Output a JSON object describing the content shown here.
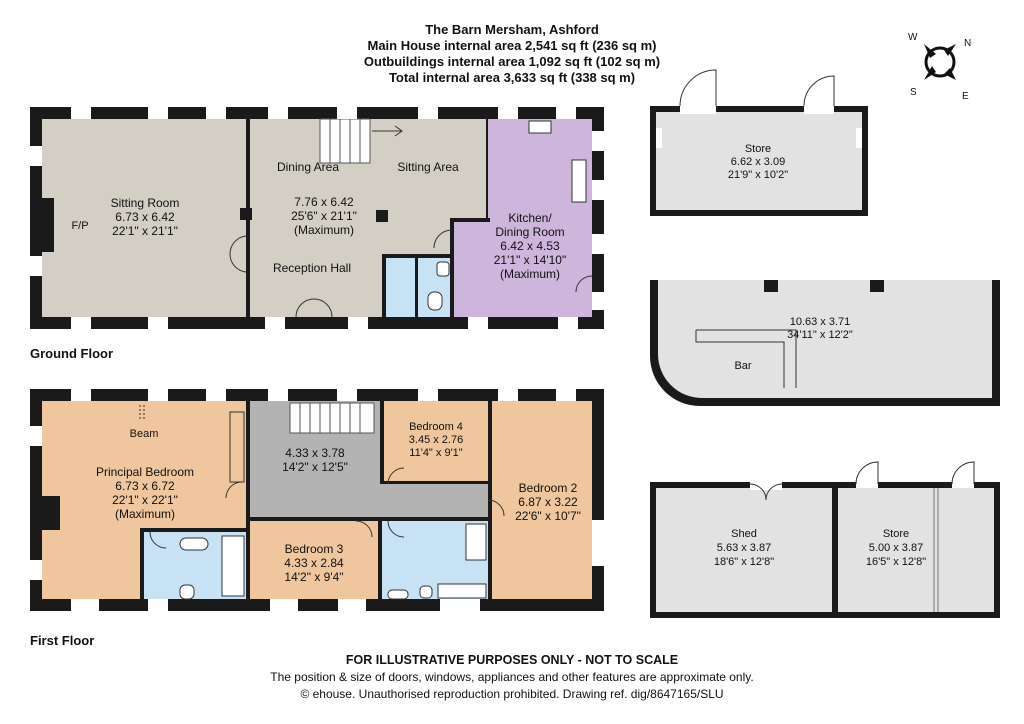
{
  "header": {
    "title": "The Barn Mersham, Ashford",
    "main_area": "Main House internal area 2,541 sq ft (236 sq m)",
    "outbuildings_area": "Outbuildings internal area 1,092 sq ft (102 sq m)",
    "total_area": "Total internal area 3,633 sq ft (338 sq m)"
  },
  "compass": {
    "n": "N",
    "e": "E",
    "s": "S",
    "w": "W"
  },
  "floors": {
    "ground": "Ground Floor",
    "first": "First Floor"
  },
  "rooms": {
    "sitting_room": {
      "name": "Sitting Room",
      "metric": "6.73 x 6.42",
      "imperial": "22'1\" x 21'1\""
    },
    "fireplace": "F/P",
    "dining_area": "Dining Area",
    "sitting_area": "Sitting Area",
    "reception": {
      "metric": "7.76 x 6.42",
      "imperial": "25'6\" x 21'1\"",
      "note": "(Maximum)",
      "name": "Reception Hall"
    },
    "kitchen": {
      "name1": "Kitchen/",
      "name2": "Dining Room",
      "metric": "6.42 x 4.53",
      "imperial": "21'1\" x 14'10\"",
      "note": "(Maximum)"
    },
    "store1": {
      "name": "Store",
      "metric": "6.62 x 3.09",
      "imperial": "21'9\" x 10'2\""
    },
    "bar_room": {
      "metric": "10.63 x 3.71",
      "imperial": "34'11\" x 12'2\"",
      "bar": "Bar"
    },
    "principal": {
      "beam": "Beam",
      "name": "Principal Bedroom",
      "metric": "6.73 x 6.72",
      "imperial": "22'1\" x 22'1\"",
      "note": "(Maximum)"
    },
    "landing": {
      "metric": "4.33 x 3.78",
      "imperial": "14'2\" x 12'5\""
    },
    "bedroom4": {
      "name": "Bedroom 4",
      "metric": "3.45 x 2.76",
      "imperial": "11'4\" x 9'1\""
    },
    "bedroom2": {
      "name": "Bedroom 2",
      "metric": "6.87 x 3.22",
      "imperial": "22'6\" x 10'7\""
    },
    "bedroom3": {
      "name": "Bedroom 3",
      "metric": "4.33 x 2.84",
      "imperial": "14'2\" x 9'4\""
    },
    "shed": {
      "name": "Shed",
      "metric": "5.63 x 3.87",
      "imperial": "18'6\" x 12'8\""
    },
    "store2": {
      "name": "Store",
      "metric": "5.00 x 3.87",
      "imperial": "16'5\" x 12'8\""
    }
  },
  "colors": {
    "grey_room": "#d3cfc5",
    "purple_room": "#cdb5dc",
    "blue_room": "#c7e2f4",
    "peach_room": "#efc69d",
    "landing": "#b3b3b3",
    "outbuilding": "#e2e2e2",
    "wall": "#1a1a1a"
  },
  "footer": {
    "disclaimer": "FOR ILLUSTRATIVE PURPOSES ONLY - NOT TO SCALE",
    "note": "The position & size of doors, windows, appliances and other features are approximate only.",
    "copyright": "© ehouse. Unauthorised reproduction prohibited. Drawing ref. dig/8647165/SLU"
  }
}
